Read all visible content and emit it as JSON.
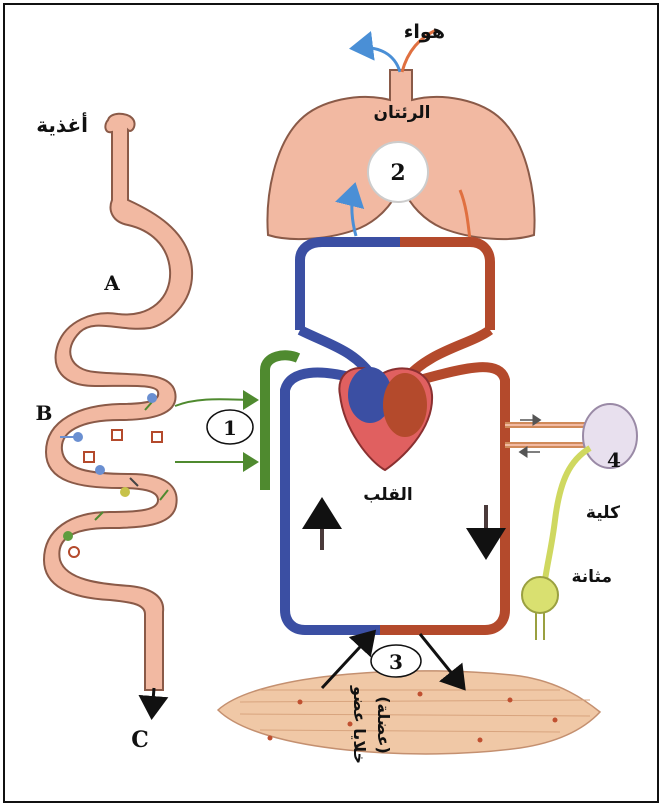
{
  "labels": {
    "food": "أغذية",
    "air": "هواء",
    "lungs": "الرئتان",
    "heart": "القلب",
    "kidney": "كلية",
    "bladder": "مثانة",
    "muscle_cells": "خلايا عضو",
    "muscle": "(عضلة)",
    "A": "A",
    "B": "B",
    "C": "C",
    "n1": "1",
    "n2": "2",
    "n3": "3",
    "n4": "4"
  },
  "colors": {
    "tissue": "#f2b9a2",
    "vein_blue": "#3b4fa3",
    "artery_red": "#b44a2c",
    "intestine_green": "#4f8a2f",
    "urine_yellow": "#cfd860",
    "kidney_fill": "#e8e0ee",
    "muscle_fill": "#f0c8a6"
  }
}
